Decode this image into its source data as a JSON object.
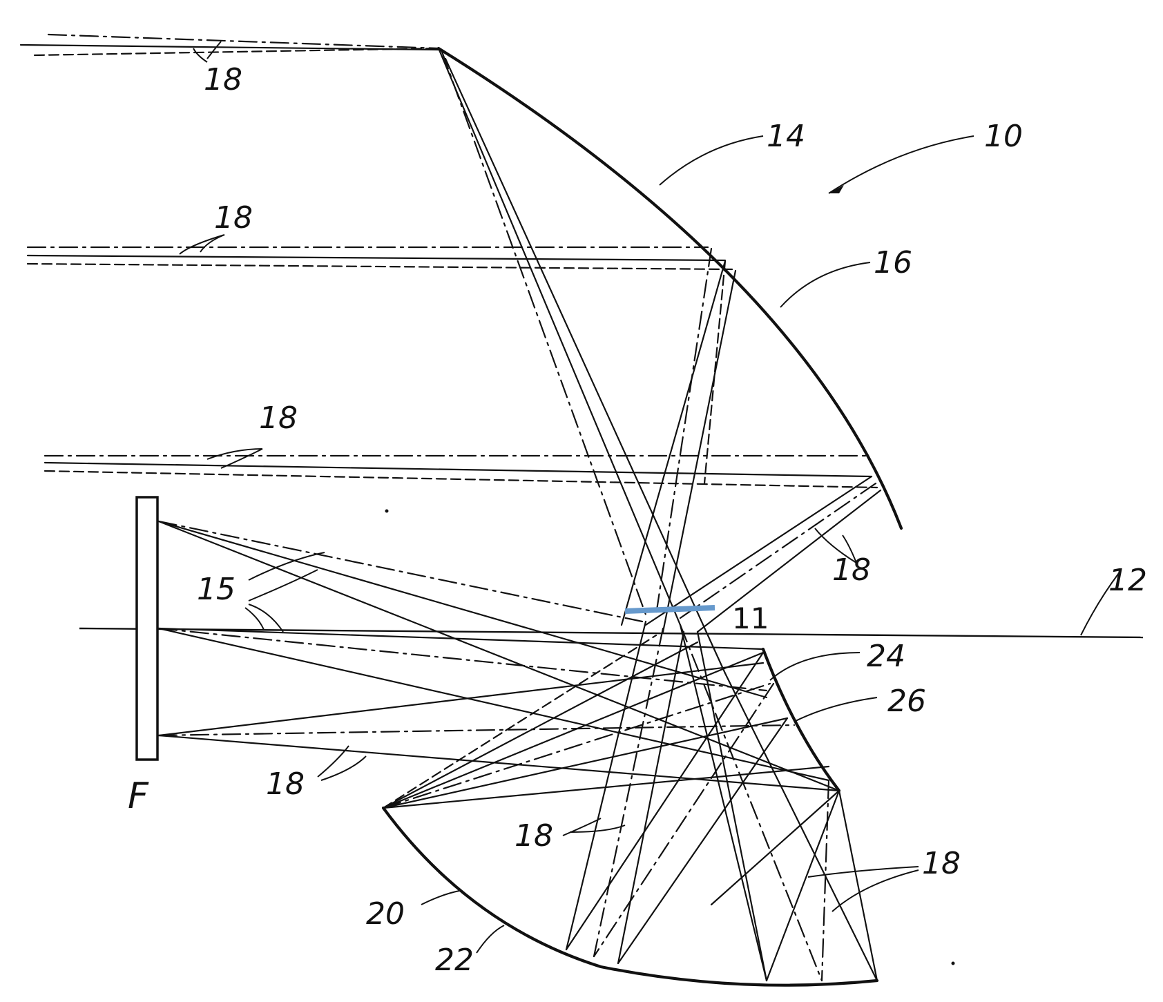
{
  "figure": {
    "labels": {
      "system": "10",
      "aperture_stop": "11",
      "optical_axis": "12",
      "primary_mirror": "14",
      "primary_mirror_surface": "16",
      "rays_top": "18",
      "rays_upper": "18",
      "rays_middle": "18",
      "rays_reflected_right": "18",
      "rays_focal_lower": "18",
      "rays_bottom_center": "18",
      "rays_bottom_right": "18",
      "field_angles": "15",
      "tertiary_mirror": "20",
      "tertiary_mirror_surface": "22",
      "secondary_mirror": "24",
      "secondary_mirror_surface": "26",
      "focal_plane": "F"
    },
    "colors": {
      "linework": "#111111",
      "aperture_stop": "#6699cc",
      "background": "#ffffff"
    }
  }
}
